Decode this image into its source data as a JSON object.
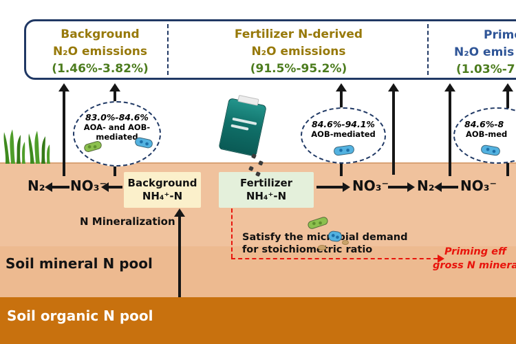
{
  "header": {
    "sections": [
      {
        "line1": "Background",
        "line2": "N₂O emissions",
        "range": "(1.46%-3.82%)"
      },
      {
        "line1": "Fertilizer N-derived",
        "line2": "N₂O emissions",
        "range": "(91.5%-95.2%)"
      },
      {
        "line1": "Prime",
        "line2": "N₂O emis",
        "range": "(1.03%-7"
      }
    ]
  },
  "bubbles": [
    {
      "percent": "83.0%-84.6%",
      "line1": "AOA- and AOB-",
      "line2": "mediated"
    },
    {
      "percent": "84.6%-94.1%",
      "line1": "AOB-mediated",
      "line2": ""
    },
    {
      "percent": "84.6%-8",
      "line1": "AOB-med",
      "line2": ""
    }
  ],
  "chem": {
    "n2_left": "N₂",
    "no3_left": "NO₃⁻",
    "no3_mid": "NO₃⁻",
    "n2_right": "N₂",
    "no3_right": "NO₃⁻"
  },
  "pools": {
    "background": {
      "line1": "Background",
      "line2": "NH₄⁺-N"
    },
    "fertilizer": {
      "line1": "Fertilizer",
      "line2": "NH₄⁺-N"
    }
  },
  "labels": {
    "mineralization": "N Mineralization",
    "satisfy1": "Satisfy the microbial demand",
    "satisfy2": "for stoichiometric ratio",
    "priming1": "Priming eff",
    "priming2": "gross N minerali",
    "soil_mineral": "Soil mineral N pool",
    "soil_organic": "Soil organic N pool"
  },
  "colors": {
    "title_gold": "#97790A",
    "range_green": "#4C7C1E",
    "title_blue": "#2F5597",
    "box_navy": "#203864",
    "accent_red": "#E8140C",
    "soil_mineral_fill": "#F0C29D",
    "soil_organic_fill": "#C8710E",
    "background_pool_fill": "#FBF0CB",
    "fertilizer_pool_fill": "#E4F0DB",
    "microbe_green": "#8CC04E",
    "microbe_blue": "#53B2E0"
  },
  "icons": {
    "grass": "grass-icon",
    "fertilizer_bag": "fertilizer-bag-icon",
    "microbe_green": "microbe-green-icon",
    "microbe_blue": "microbe-blue-icon"
  }
}
